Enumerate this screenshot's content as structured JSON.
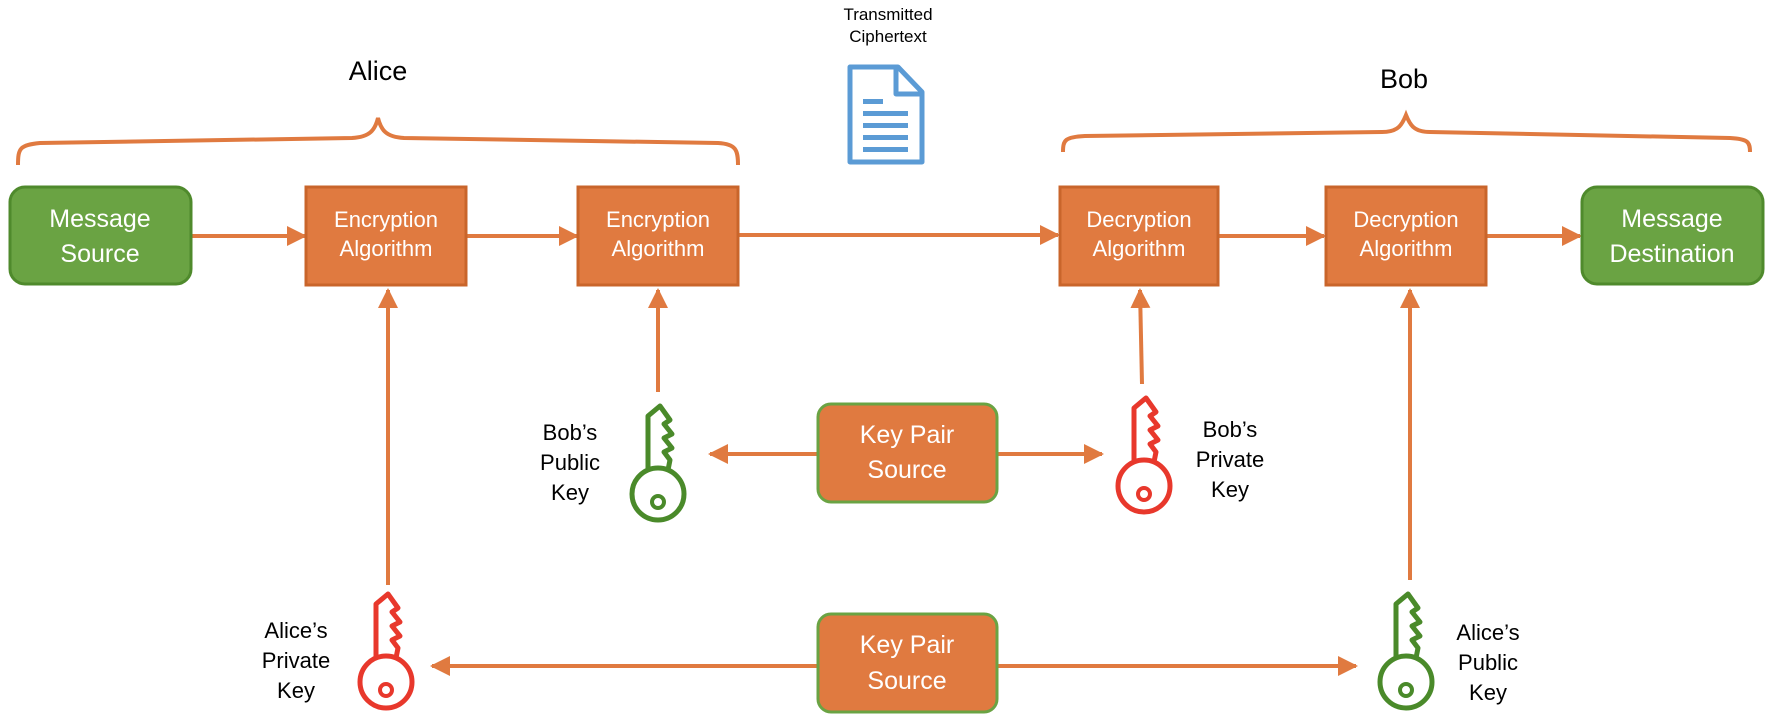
{
  "colors": {
    "green_box": "#6aa343",
    "green_border": "#4f8a2c",
    "orange_box": "#e07a40",
    "orange_border": "#c9652b",
    "arrow": "#e07a40",
    "brace": "#e07a40",
    "doc_icon": "#5b9bd5",
    "public_key": "#4a8a2a",
    "private_key": "#e8382c"
  },
  "groups": {
    "alice": "Alice",
    "bob": "Bob"
  },
  "ciphertext": {
    "line1": "Transmitted",
    "line2": "Ciphertext",
    "icon": "document-icon"
  },
  "nodes": {
    "message_source": {
      "line1": "Message",
      "line2": "Source"
    },
    "enc1": {
      "line1": "Encryption",
      "line2": "Algorithm"
    },
    "enc2": {
      "line1": "Encryption",
      "line2": "Algorithm"
    },
    "dec1": {
      "line1": "Decryption",
      "line2": "Algorithm"
    },
    "dec2": {
      "line1": "Decryption",
      "line2": "Algorithm"
    },
    "message_destination": {
      "line1": "Message",
      "line2": "Destination"
    },
    "key_pair_source_top": {
      "line1": "Key Pair",
      "line2": "Source"
    },
    "key_pair_source_bottom": {
      "line1": "Key Pair",
      "line2": "Source"
    }
  },
  "keys": {
    "bob_public": {
      "line1": "Bob’s",
      "line2": "Public",
      "line3": "Key",
      "icon": "key-icon"
    },
    "bob_private": {
      "line1": "Bob’s",
      "line2": "Private",
      "line3": "Key",
      "icon": "key-icon"
    },
    "alice_private": {
      "line1": "Alice’s",
      "line2": "Private",
      "line3": "Key",
      "icon": "key-icon"
    },
    "alice_public": {
      "line1": "Alice’s",
      "line2": "Public",
      "line3": "Key",
      "icon": "key-icon"
    }
  }
}
